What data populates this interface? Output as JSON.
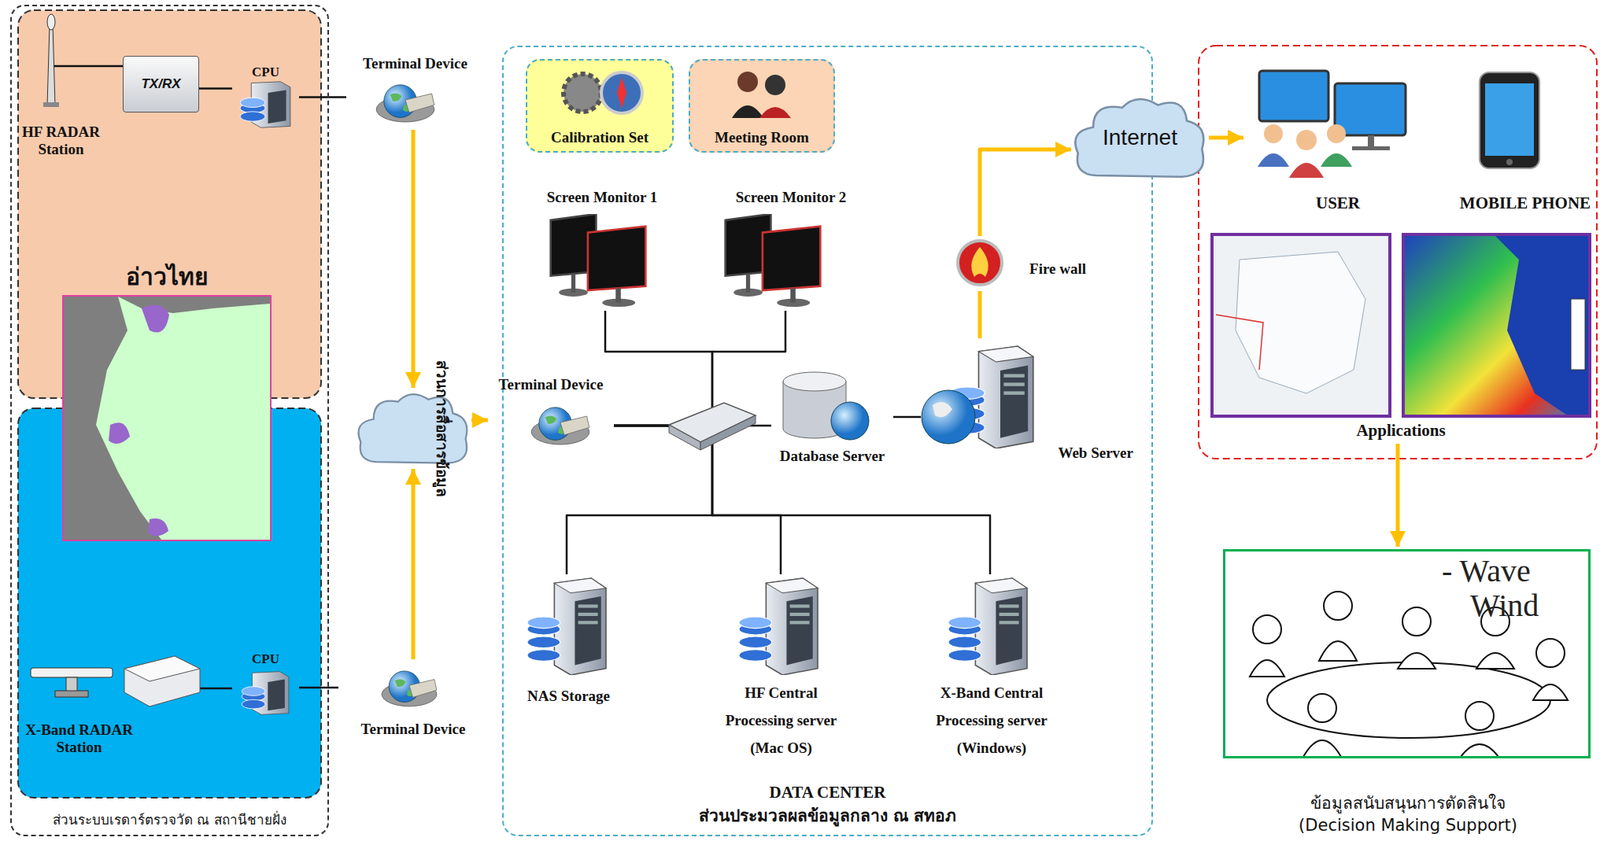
{
  "diagram": {
    "nodes": [
      {
        "text": [
          "ส่วนระบบเรดาร์ตรวจวัด ณ สถานีชายฝั่ง"
        ]
      },
      {
        "text": [
          "HF RADAR Station"
        ],
        "in": 0
      },
      {
        "text": [
          "TX/RX"
        ],
        "in": 0
      },
      {
        "text": [
          "CPU"
        ],
        "in": 0
      },
      {
        "text": [
          "อ่าวไทย"
        ],
        "in": 0
      },
      {
        "text": [
          "X-Band RADAR Station"
        ],
        "in": 0
      },
      {
        "text": [
          "CPU"
        ],
        "in": 0
      },
      {
        "text": [
          "Terminal Device"
        ]
      },
      {
        "text": [
          "ส่วนการสื่อสารข้อมูล"
        ]
      },
      {
        "text": [
          "Terminal Device"
        ]
      },
      {
        "text": [
          "DATA CENTER",
          "ส่วนประมวลผลข้อมูลกลาง ณ สทอภ"
        ]
      },
      {
        "text": [
          "Calibration Set"
        ],
        "in": 10
      },
      {
        "text": [
          "Meeting Room"
        ],
        "in": 10
      },
      {
        "text": [
          "Screen Monitor 1"
        ],
        "in": 10
      },
      {
        "text": [
          "Screen Monitor 2"
        ],
        "in": 10
      },
      {
        "text": [
          "Terminal Device"
        ],
        "in": 10
      },
      {
        "text": [
          "Database Server"
        ],
        "in": 10
      },
      {
        "text": [
          "Web Server"
        ],
        "in": 10
      },
      {
        "text": [
          "Fire wall"
        ],
        "in": 10
      },
      {
        "text": [
          "NAS Storage"
        ],
        "in": 10
      },
      {
        "text": [
          "HF Central Processing server (Mac OS)"
        ],
        "in": 10
      },
      {
        "text": [
          "X-Band Central Processing server (Windows)"
        ],
        "in": 10
      },
      {
        "text": [
          "Internet"
        ]
      },
      {
        "text": [
          "USER"
        ]
      },
      {
        "text": [
          "MOBILE PHONE"
        ]
      },
      {
        "text": [
          "Applications"
        ]
      },
      {
        "text": [
          "ข้อมูลสนับสนุนการตัดสินใจ",
          "(Decision Making Support)"
        ]
      }
    ],
    "edges": [
      {
        "from": 1,
        "to": 2,
        "arrow": "none"
      },
      {
        "from": 2,
        "to": 3,
        "arrow": "none"
      },
      {
        "from": 3,
        "to": 7,
        "arrow": "none"
      },
      {
        "from": 5,
        "to": 6,
        "arrow": "none"
      },
      {
        "from": 6,
        "to": 9,
        "arrow": "none"
      },
      {
        "from": 7,
        "to": 8,
        "arrow": "to"
      },
      {
        "from": 9,
        "to": 8,
        "arrow": "to"
      },
      {
        "from": 8,
        "to": 15,
        "arrow": "to"
      },
      {
        "from": 15,
        "to": 13,
        "arrow": "none"
      },
      {
        "from": 15,
        "to": 14,
        "arrow": "none"
      },
      {
        "from": 15,
        "to": 16,
        "arrow": "none"
      },
      {
        "from": 15,
        "to": 19,
        "arrow": "none"
      },
      {
        "from": 15,
        "to": 20,
        "arrow": "none"
      },
      {
        "from": 15,
        "to": 21,
        "arrow": "none"
      },
      {
        "from": 16,
        "to": 17,
        "arrow": "none"
      },
      {
        "from": 17,
        "to": 18,
        "arrow": "none"
      },
      {
        "from": 18,
        "to": 22,
        "arrow": "to"
      },
      {
        "from": 22,
        "to": 23,
        "arrow": "to"
      },
      {
        "from": 25,
        "to": 26,
        "arrow": "to"
      }
    ],
    "labels": [
      "- Wave",
      "Wind"
    ]
  }
}
